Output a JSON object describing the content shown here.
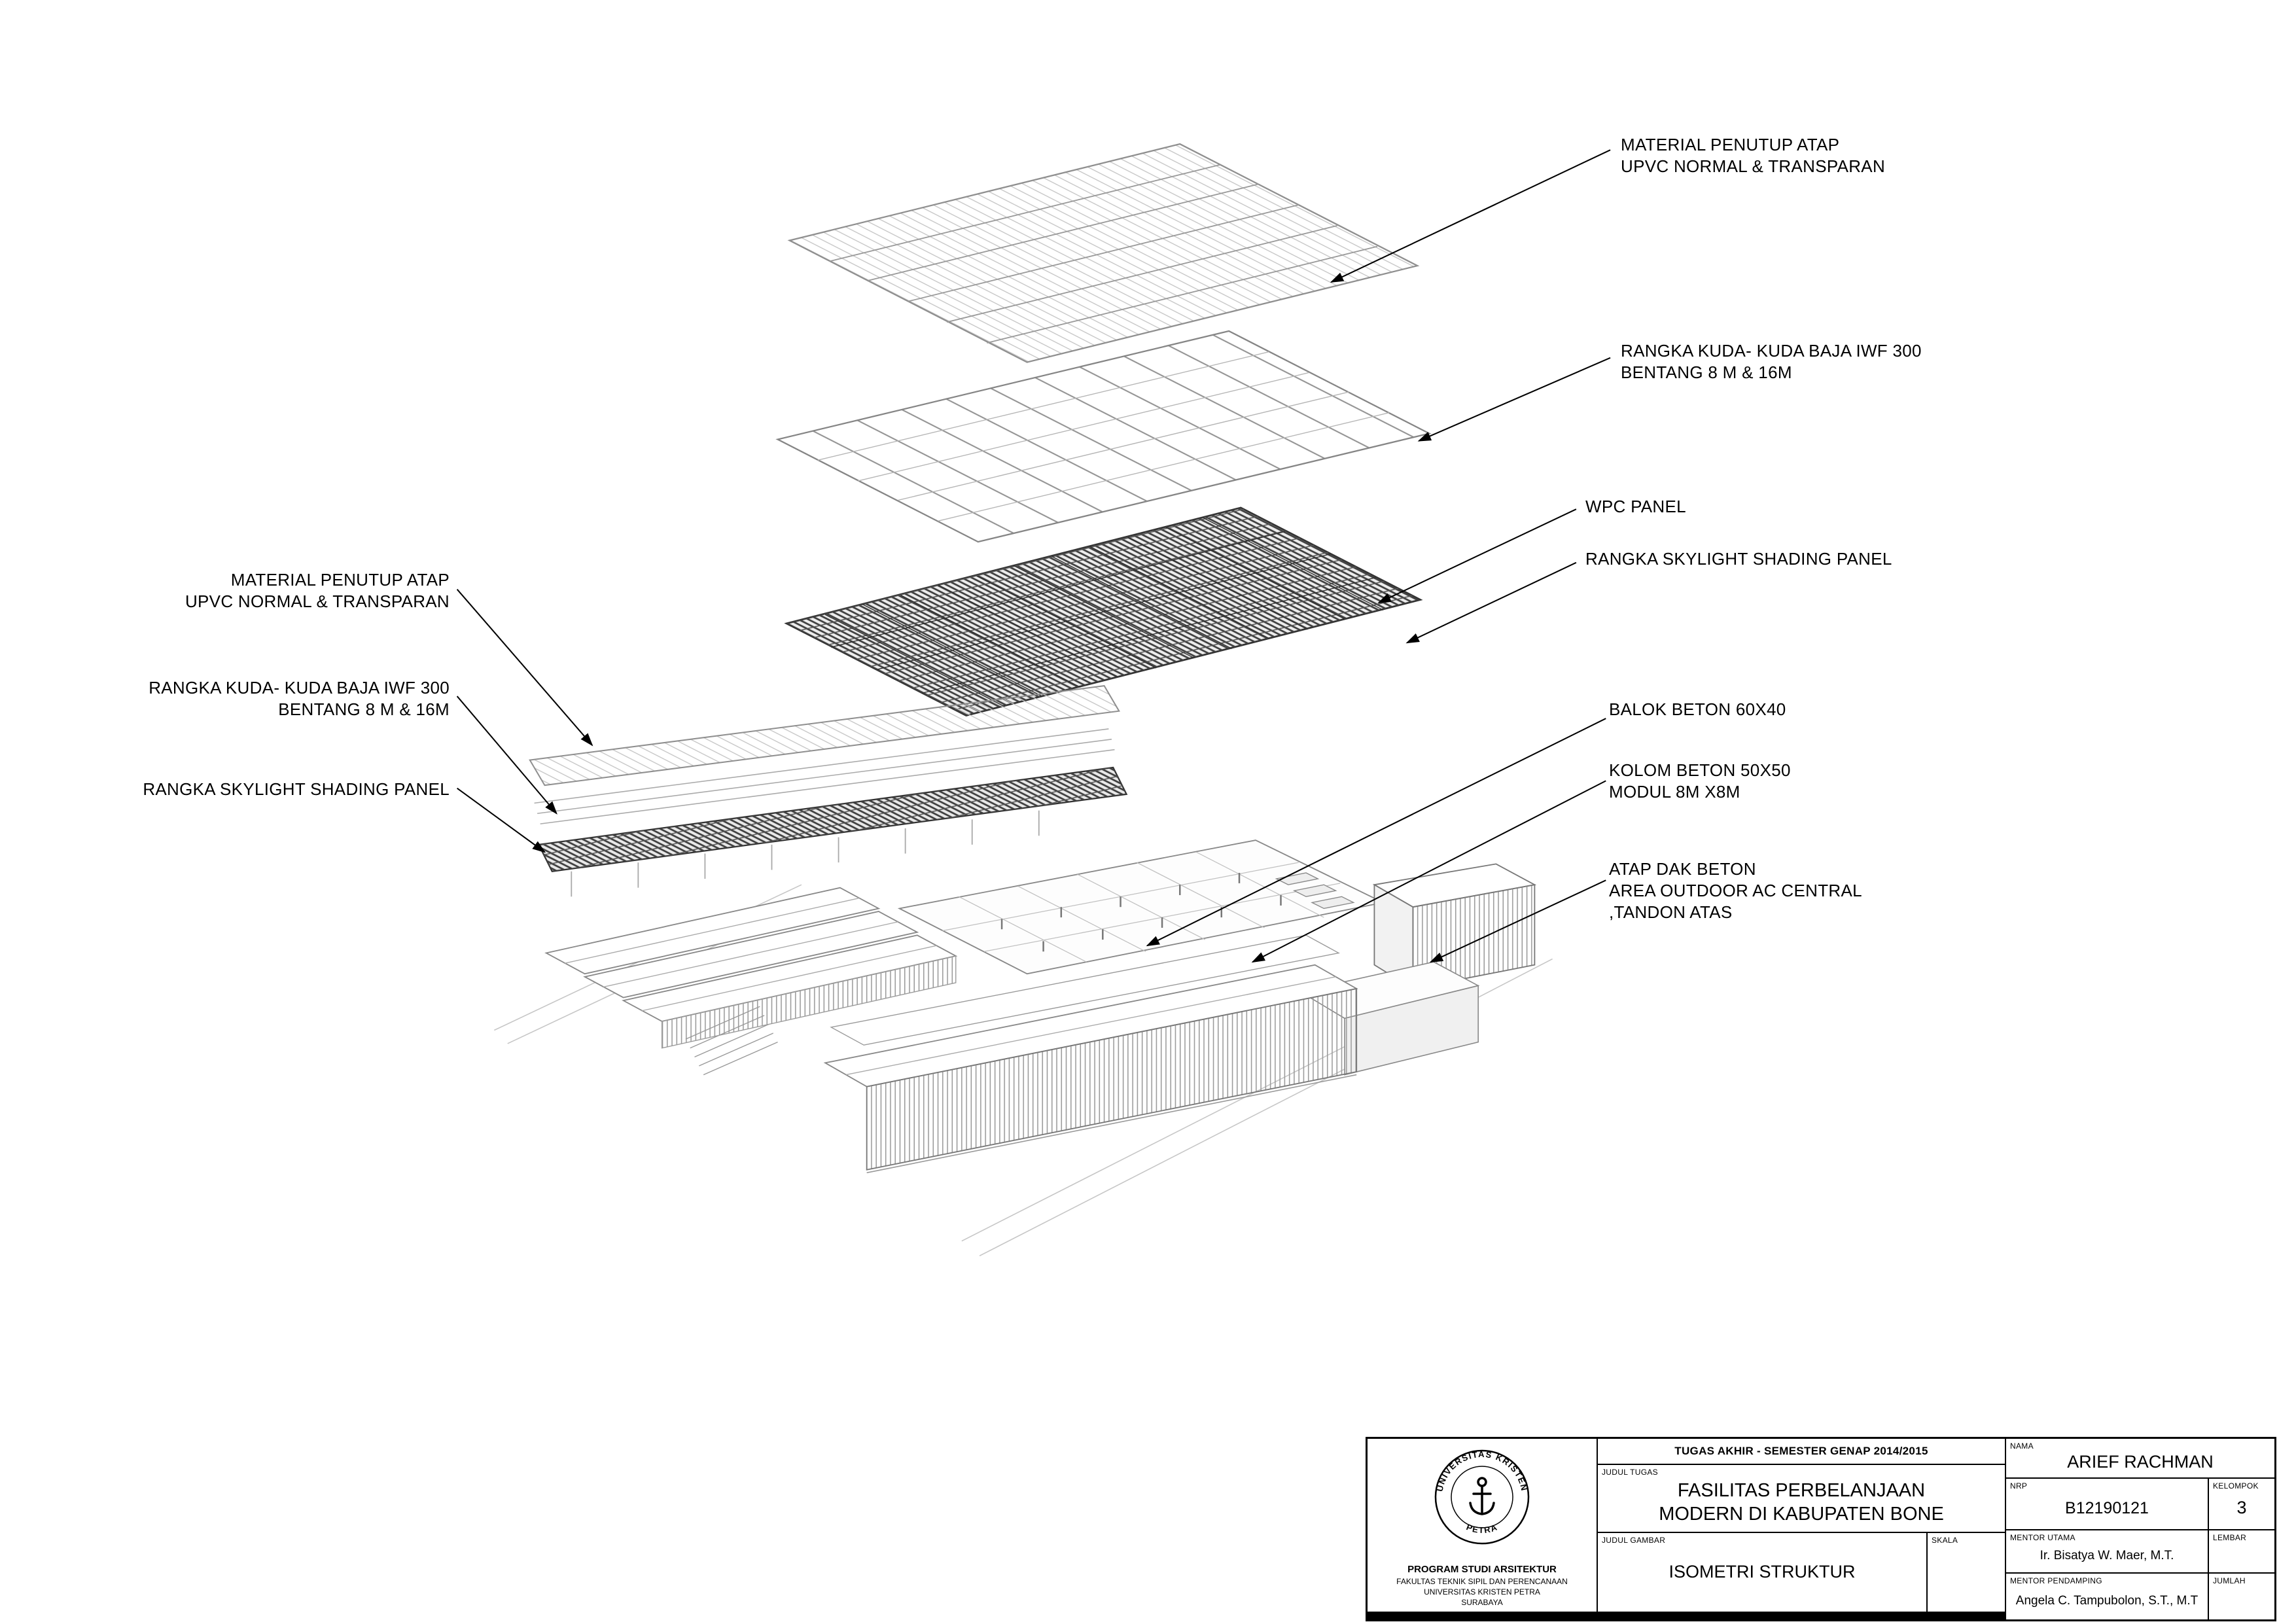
{
  "sheet": {
    "background": "#ffffff",
    "ink": "#000000",
    "line_light": "#9a9a9a"
  },
  "annotations": {
    "right": [
      {
        "lines": [
          "MATERIAL PENUTUP ATAP",
          "UPVC NORMAL & TRANSPARAN"
        ]
      },
      {
        "lines": [
          "RANGKA KUDA- KUDA BAJA IWF 300",
          "BENTANG 8 M & 16M"
        ]
      },
      {
        "lines": [
          "WPC PANEL"
        ]
      },
      {
        "lines": [
          "RANGKA SKYLIGHT SHADING PANEL"
        ]
      },
      {
        "lines": [
          "BALOK BETON 60X40"
        ]
      },
      {
        "lines": [
          "KOLOM BETON 50X50",
          "MODUL 8M X8M"
        ]
      },
      {
        "lines": [
          "ATAP DAK BETON",
          "AREA OUTDOOR AC CENTRAL",
          ",TANDON ATAS"
        ]
      }
    ],
    "left": [
      {
        "lines": [
          "MATERIAL PENUTUP ATAP",
          "UPVC NORMAL & TRANSPARAN"
        ]
      },
      {
        "lines": [
          "RANGKA KUDA- KUDA BAJA IWF 300",
          "BENTANG 8 M & 16M"
        ]
      },
      {
        "lines": [
          "RANGKA SKYLIGHT SHADING PANEL"
        ]
      }
    ]
  },
  "title_block": {
    "header": "TUGAS AKHIR - SEMESTER GENAP 2014/2015",
    "judul_tugas_label": "JUDUL TUGAS",
    "judul_tugas_line1": "FASILITAS PERBELANJAAN",
    "judul_tugas_line2": "MODERN DI KABUPATEN BONE",
    "judul_gambar_label": "JUDUL GAMBAR",
    "judul_gambar": "ISOMETRI STRUKTUR",
    "skala_label": "SKALA",
    "skala": "",
    "nama_label": "NAMA",
    "nama": "ARIEF RACHMAN",
    "nrp_label": "NRP",
    "nrp": "B12190121",
    "kelompok_label": "KELOMPOK",
    "kelompok": "3",
    "mentor_utama_label": "MENTOR UTAMA",
    "mentor_utama": "Ir. Bisatya W. Maer, M.T.",
    "mentor_pendamping_label": "MENTOR PENDAMPING",
    "mentor_pendamping": "Angela C. Tampubolon, S.T., M.T",
    "lembar_label": "LEMBAR",
    "lembar": "",
    "jumlah_label": "JUMLAH",
    "jumlah": "",
    "institution": {
      "seal_icon": "anchor-seal",
      "seal_text_top": "UNIVERSITAS KRISTEN",
      "seal_text_bottom": "PETRA",
      "program": "PROGRAM STUDI ARSITEKTUR",
      "faculty": "FAKULTAS TEKNIK SIPIL DAN PERENCANAAN",
      "university": "UNIVERSITAS KRISTEN PETRA",
      "city": "SURABAYA"
    }
  }
}
